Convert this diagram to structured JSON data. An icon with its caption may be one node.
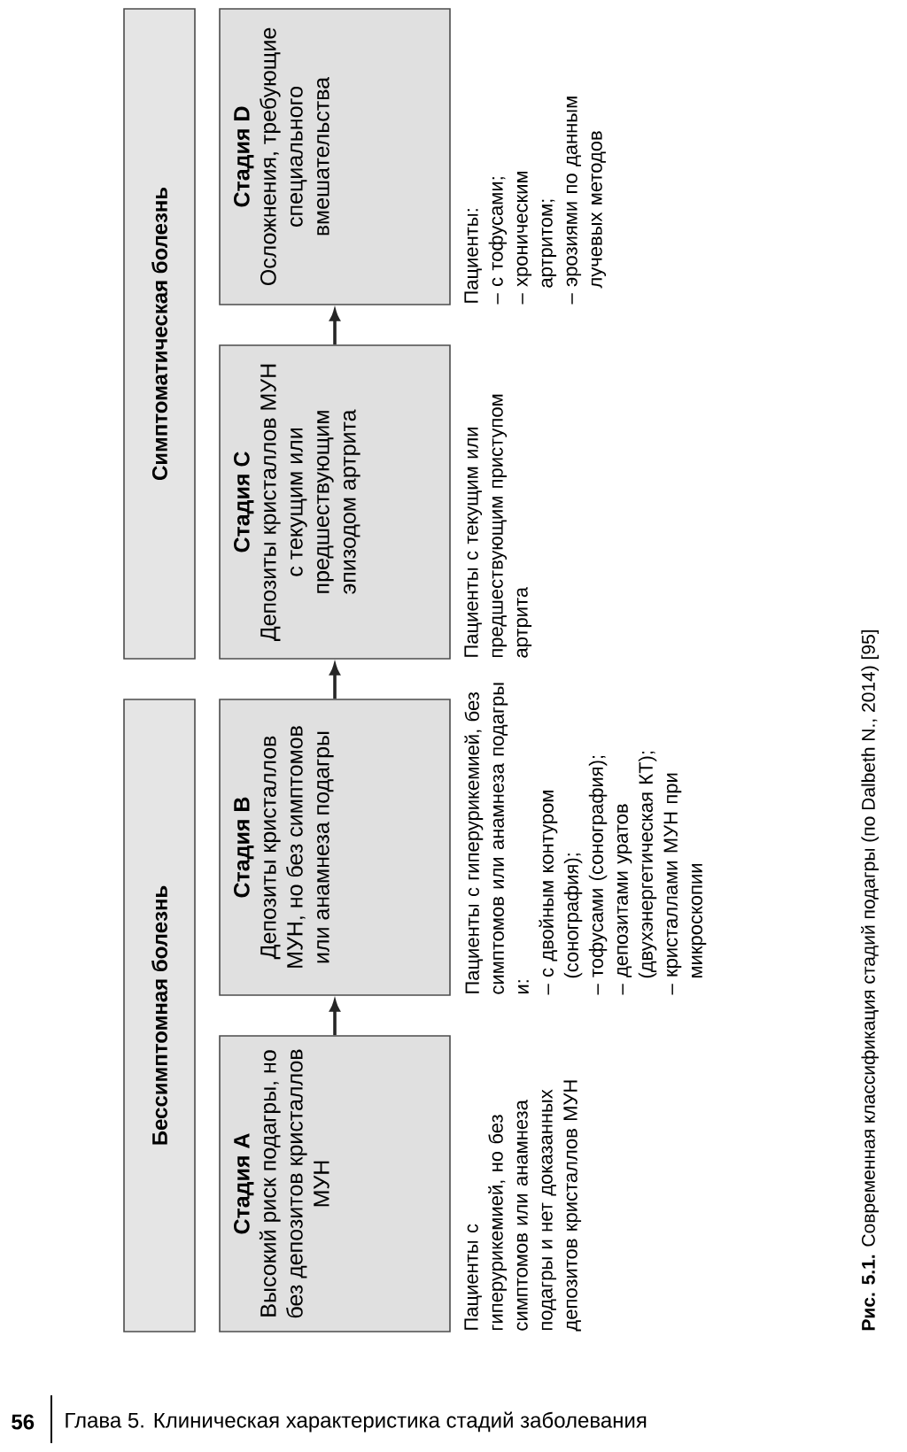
{
  "diagram": {
    "caption": "**Рис. 5.1.** Современная классификация стадий подагры (по Dalbeth N., 2014) [95]",
    "nodes": [
      {
        "text": [
          "Бессимптомная болезнь"
        ]
      },
      {
        "text": [
          "Симптоматическая болезнь"
        ]
      },
      {
        "text": [
          "Стадия A",
          "Высокий риск подагры, но без депозитов кристаллов МУН"
        ],
        "beside": [
          "Пациенты с гиперурикемией, но без симптомов или анамнеза подагры и нет доказанных депозитов кристаллов МУН"
        ]
      },
      {
        "text": [
          "Стадия B",
          "Депозиты кристаллов МУН, но без симптомов или анамнеза подагры"
        ],
        "beside": [
          "Пациенты с гиперурикемией, без симптомов или анамнеза подагры и:",
          "– с двойным контуром (сонография);",
          "– тофусами (сонография);",
          "– депозитами уратов (двухэнергетическая КТ);",
          "– кристаллами МУН при микроскопии"
        ]
      },
      {
        "text": [
          "Стадия C",
          "Депозиты кристаллов МУН с текущим или предшествующим эпизодом артрита"
        ],
        "beside": [
          "Пациенты с текущим или предшествующим приступом артрита"
        ]
      },
      {
        "text": [
          "Стадия D",
          "Осложнения, требующие специального вмешательства"
        ],
        "beside": [
          "Пациенты:",
          "– с тофусами;",
          "– хроническим артритом;",
          "– эрозиями по данным лучевых методов"
        ]
      }
    ],
    "edges": [
      {
        "from": 2,
        "to": 3,
        "arrow": "to"
      },
      {
        "from": 3,
        "to": 4,
        "arrow": "to"
      },
      {
        "from": 4,
        "to": 5,
        "arrow": "to"
      }
    ],
    "labels": [
      "56",
      "Глава 5. Клиническая характеристика стадий заболевания"
    ]
  }
}
